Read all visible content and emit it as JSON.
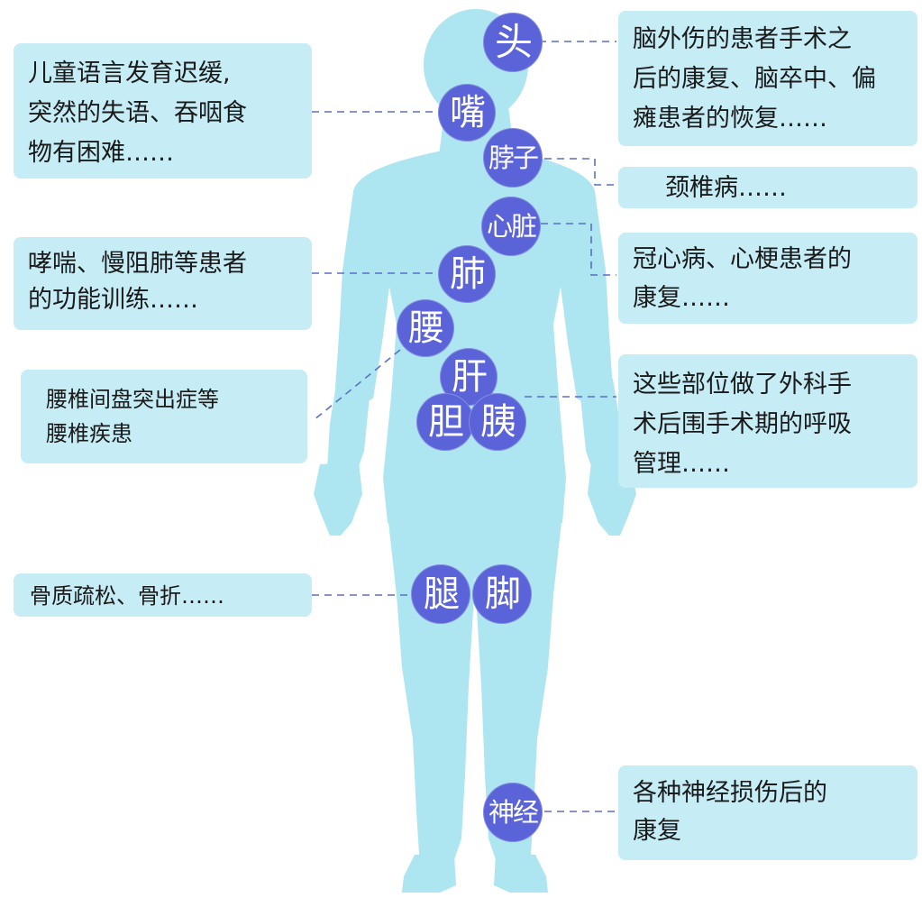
{
  "colors": {
    "body_fill": "#ade5f1",
    "box_fill": "#c6ecf5",
    "organ_fill": "#5b63d8",
    "organ_text": "#ffffff",
    "connector": "#5b6fc8",
    "text": "#1a1a1a"
  },
  "organs": {
    "head": "头",
    "mouth": "嘴",
    "neck": "脖子",
    "heart": "心脏",
    "lung": "肺",
    "waist": "腰",
    "liver": "肝",
    "gallbladder": "胆",
    "pancreas": "胰",
    "leg": "腿",
    "foot": "脚",
    "nerve": "神经"
  },
  "boxes": {
    "head": "脑外伤的患者手术之\n后的康复、脑卒中、偏\n瘫患者的恢复……",
    "mouth": "儿童语言发育迟缓,\n突然的失语、吞咽食\n物有困难……",
    "neck": "颈椎病……",
    "heart": "冠心病、心梗患者的\n康复……",
    "lung": "哮喘、慢阻肺等患者\n的功能训练……",
    "waist": "腰椎间盘突出症等\n腰椎疾患",
    "abdomen": "这些部位做了外科手\n术后围手术期的呼吸\n管理……",
    "leg": "骨质疏松、骨折……",
    "nerve": "各种神经损伤后的\n康复"
  }
}
